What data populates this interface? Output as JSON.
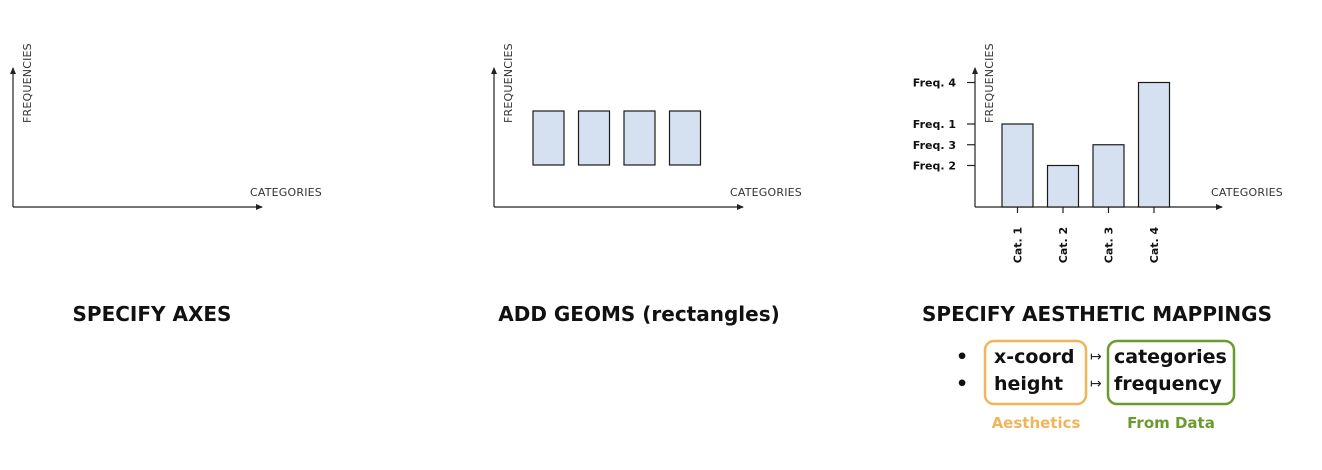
{
  "colors": {
    "bar_fill": "#d5e1f0",
    "aesthetics": "#f0b45a",
    "from_data": "#6b9a2e"
  },
  "panels": [
    {
      "caption": "SPECIFY AXES",
      "ylabel": "FREQUENCIES",
      "xlabel": "CATEGORIES"
    },
    {
      "caption": "ADD GEOMS (rectangles)",
      "ylabel": "FREQUENCIES",
      "xlabel": "CATEGORIES"
    },
    {
      "caption": "SPECIFY AESTHETIC MAPPINGS",
      "ylabel": "FREQUENCIES",
      "xlabel": "CATEGORIES"
    }
  ],
  "chart_data": {
    "type": "bar",
    "categories": [
      "Cat. 1",
      "Cat. 2",
      "Cat. 3",
      "Cat. 4"
    ],
    "values": [
      2,
      1,
      1.5,
      3
    ],
    "value_labels": [
      "Freq. 1",
      "Freq. 2",
      "Freq. 3",
      "Freq. 4"
    ],
    "xlabel": "CATEGORIES",
    "ylabel": "FREQUENCIES"
  },
  "mappings": {
    "aesthetics": [
      "x-coord",
      "height"
    ],
    "data": [
      "categories",
      "frequency"
    ],
    "arrow": "↦",
    "bullet": "•",
    "aesthetics_label": "Aesthetics",
    "data_label": "From Data"
  }
}
